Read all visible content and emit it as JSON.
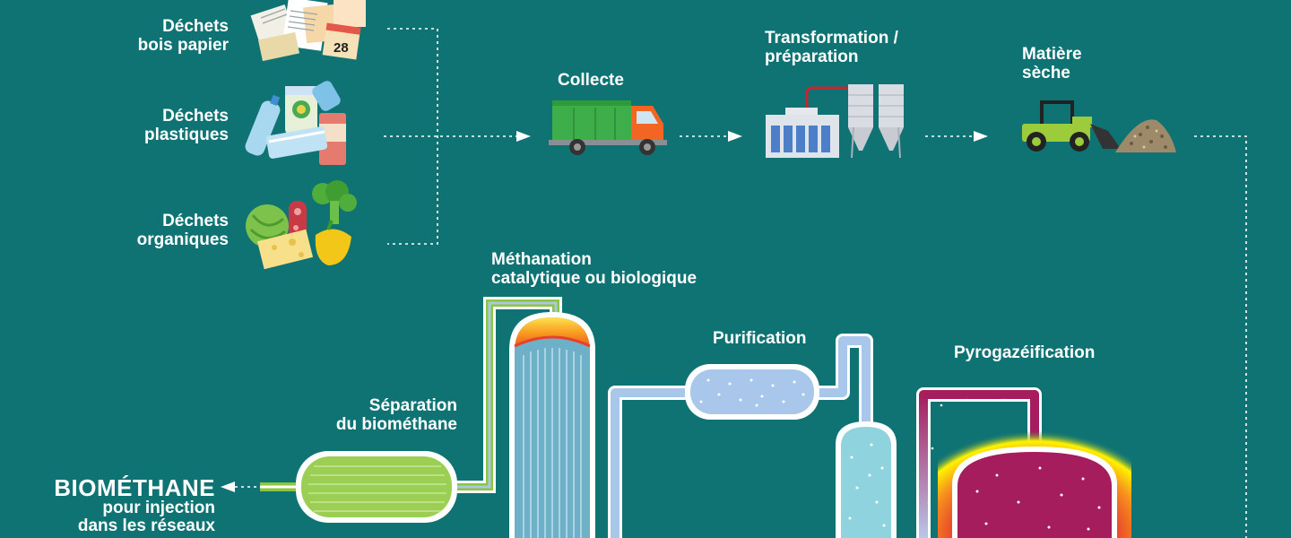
{
  "inputs": {
    "paper": {
      "line1": "Déchets",
      "line2": "bois papier"
    },
    "plastic": {
      "line1": "Déchets",
      "line2": "plastiques"
    },
    "organic": {
      "line1": "Déchets",
      "line2": "organiques"
    }
  },
  "steps": {
    "collecte": "Collecte",
    "transformation": {
      "line1": "Transformation /",
      "line2": "préparation"
    },
    "matiere": {
      "line1": "Matière",
      "line2": "sèche"
    }
  },
  "processes": {
    "methanation": {
      "line1": "Méthanation",
      "line2": "catalytique ou biologique"
    },
    "purification": "Purification",
    "pyrogazeification": "Pyrogazéification",
    "separation": {
      "line1": "Séparation",
      "line2": "du biométhane"
    }
  },
  "output": {
    "title": "BIOMÉTHANE",
    "sub_line1": "pour injection",
    "sub_line2": "dans les réseaux"
  },
  "icons": {
    "paper": "paper-documents-icon",
    "plastic": "plastic-bottles-icon",
    "organic": "vegetables-icon",
    "truck": "garbage-truck-icon",
    "factory": "factory-silos-icon",
    "loader": "wheel-loader-icon"
  },
  "colors": {
    "background": "#0f7374",
    "green_pipe": "#8cc63f",
    "blue_pipe": "#a9c7ea",
    "magenta": "#a61d5e",
    "cyan_tank": "#8fd3df",
    "truck_green": "#3dae49",
    "truck_orange": "#f26522"
  },
  "date_badge": "28"
}
